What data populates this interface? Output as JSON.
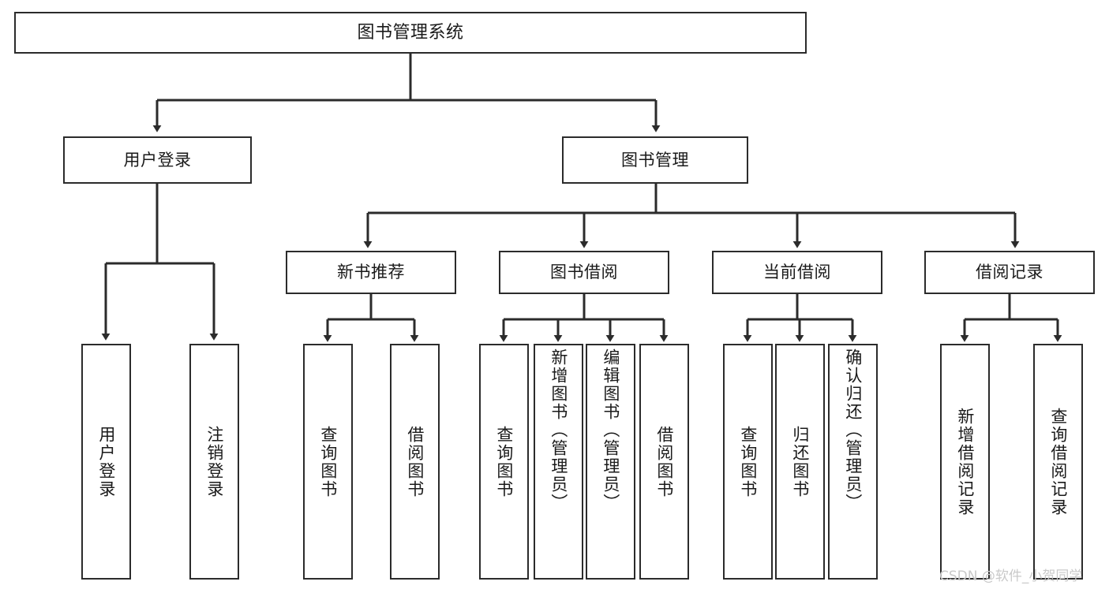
{
  "diagram": {
    "title": "图书管理系统",
    "type": "tree",
    "watermark": "CSDN @软件_小贺同学",
    "colors": {
      "box_border": "#2b2b2b",
      "box_fill": "#ffffff",
      "edge": "#2b2b2b",
      "text": "#1a1a1a",
      "watermark": "#c9c9c9"
    },
    "nodes": {
      "root": {
        "label": "图书管理系统"
      },
      "level2": [
        {
          "id": "user_login",
          "label": "用户登录"
        },
        {
          "id": "book_manage",
          "label": "图书管理"
        }
      ],
      "level3": [
        {
          "id": "new_book_rec",
          "label": "新书推荐"
        },
        {
          "id": "book_borrow",
          "label": "图书借阅"
        },
        {
          "id": "current_borrow",
          "label": "当前借阅"
        },
        {
          "id": "borrow_record",
          "label": "借阅记录"
        }
      ],
      "leaves": [
        {
          "id": "leaf_user_login",
          "label": "用户登录",
          "parent": "user_login"
        },
        {
          "id": "leaf_logout",
          "label": "注销登录",
          "parent": "user_login"
        },
        {
          "id": "leaf_query_book_1",
          "label": "查询图书",
          "parent": "new_book_rec"
        },
        {
          "id": "leaf_borrow_book_1",
          "label": "借阅图书",
          "parent": "new_book_rec"
        },
        {
          "id": "leaf_query_book_2",
          "label": "查询图书",
          "parent": "book_borrow"
        },
        {
          "id": "leaf_add_book",
          "label": "新增图书（管理员）",
          "parent": "book_borrow"
        },
        {
          "id": "leaf_edit_book",
          "label": "编辑图书（管理员）",
          "parent": "book_borrow"
        },
        {
          "id": "leaf_borrow_book_2",
          "label": "借阅图书",
          "parent": "book_borrow"
        },
        {
          "id": "leaf_query_book_3",
          "label": "查询图书",
          "parent": "current_borrow"
        },
        {
          "id": "leaf_return_book",
          "label": "归还图书",
          "parent": "current_borrow"
        },
        {
          "id": "leaf_confirm_return",
          "label": "确认归还（管理员）",
          "parent": "current_borrow"
        },
        {
          "id": "leaf_add_record",
          "label": "新增借阅记录",
          "parent": "borrow_record"
        },
        {
          "id": "leaf_query_record",
          "label": "查询借阅记录",
          "parent": "borrow_record"
        }
      ]
    }
  }
}
